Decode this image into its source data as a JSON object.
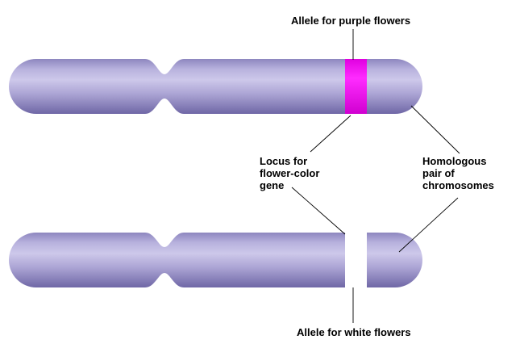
{
  "labels": {
    "purple_allele": "Allele for purple flowers",
    "locus": [
      "Locus for",
      "flower-color",
      "gene"
    ],
    "homologous": [
      "Homologous",
      "pair of",
      "chromosomes"
    ],
    "white_allele": "Allele for white flowers"
  },
  "colors": {
    "chromosome_light": "#c9c5e6",
    "chromosome_mid": "#a39cd0",
    "chromosome_dark": "#7d75b3",
    "purple_band": "#ff00ff",
    "white_band": "#ffffff"
  }
}
